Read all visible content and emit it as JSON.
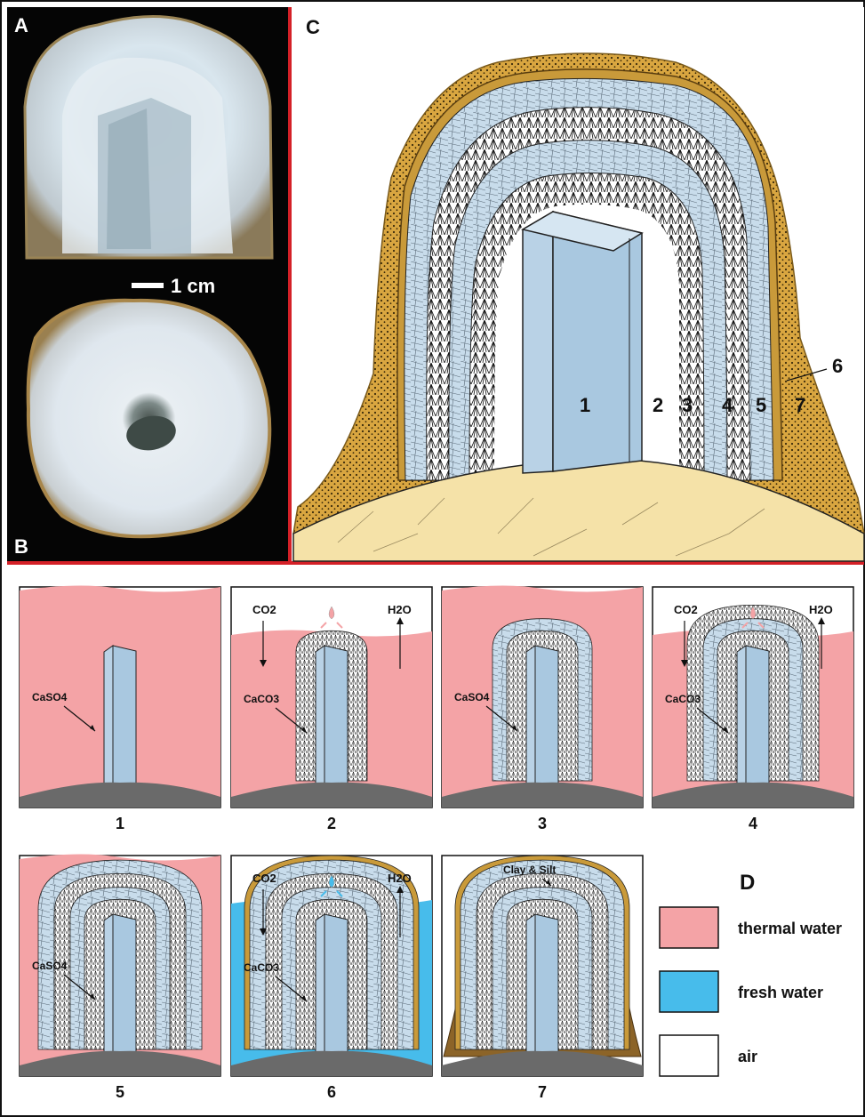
{
  "panels": {
    "a": "A",
    "b": "B",
    "c": "C",
    "d": "D"
  },
  "scale_bar": "1 cm",
  "zone_numbers": [
    "1",
    "2",
    "3",
    "4",
    "5",
    "6",
    "7"
  ],
  "steps": [
    {
      "caption": "1",
      "water": "thermal",
      "chem": "CaSO4"
    },
    {
      "caption": "2",
      "water": "thermal",
      "chem": "CaCO3",
      "left_gas": "CO2",
      "right_gas": "H2O"
    },
    {
      "caption": "3",
      "water": "thermal",
      "chem": "CaSO4"
    },
    {
      "caption": "4",
      "water": "thermal",
      "chem": "CaCO3",
      "left_gas": "CO2",
      "right_gas": "H2O"
    },
    {
      "caption": "5",
      "water": "thermal",
      "chem": "CaSO4"
    },
    {
      "caption": "6",
      "water": "fresh",
      "chem": "CaCO3",
      "left_gas": "CO2",
      "right_gas": "H2O"
    },
    {
      "caption": "7",
      "water": "air",
      "chem": "Clay & Silt"
    }
  ],
  "legend": [
    {
      "label": "thermal water",
      "color": "#F4A3A6"
    },
    {
      "label": "fresh water",
      "color": "#47BCEB"
    },
    {
      "label": "air",
      "color": "#FFFFFF"
    }
  ],
  "colors": {
    "frame_red": "#D42027",
    "crystal_blue": "#C8DCEB",
    "crystal_face": "#A9C8E0",
    "sand": "#F5E2A8",
    "sediment_brown": "#C99A3A",
    "ground_gray": "#6A6A6A"
  }
}
